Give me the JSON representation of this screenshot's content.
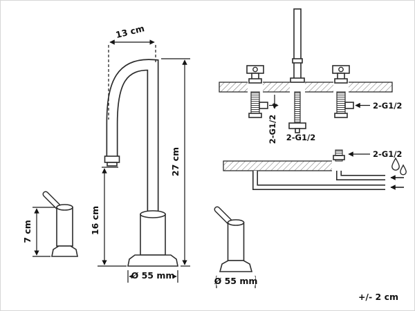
{
  "colors": {
    "line": "#2b2b2b",
    "text": "#111111"
  },
  "faucet": {
    "reach": "13 cm",
    "total_height": "27 cm",
    "spout_height": "16 cm",
    "base_diameter": "Ø 55 mm"
  },
  "handle": {
    "height": "7 cm",
    "base_diameter": "Ø 55 mm"
  },
  "installation": {
    "riser_label": "2-G1/2",
    "center_label": "2-G1/2",
    "right_label": "2-G1/2",
    "supply_label": "2-G1/2"
  },
  "tolerance": "+/- 2 cm",
  "icons": {
    "water_drops": "water-drops-icon"
  }
}
